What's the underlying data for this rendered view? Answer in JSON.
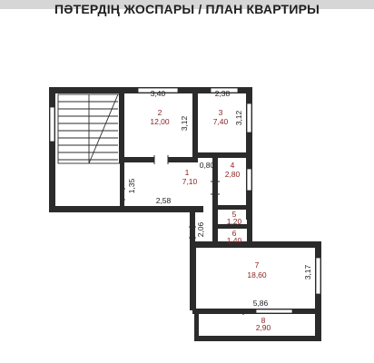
{
  "header": {
    "title": "ПӘТЕРДІҢ ЖОСПАРЫ / ПЛАН КВАРТИРЫ"
  },
  "rooms": [
    {
      "number": "1",
      "area": "7,10"
    },
    {
      "number": "2",
      "area": "12,00"
    },
    {
      "number": "3",
      "area": "7,40"
    },
    {
      "number": "4",
      "area": "2,80"
    },
    {
      "number": "5",
      "area": "1,20"
    },
    {
      "number": "6",
      "area": "1,40"
    },
    {
      "number": "7",
      "area": "18,60"
    },
    {
      "number": "8",
      "area": "2,90"
    }
  ],
  "dimensions": {
    "room2_width": "3,40",
    "room3_width": "2,38",
    "room2_height": "3,12",
    "room3_height": "3,12",
    "hall_width": "2,58",
    "hall_height": "1,35",
    "room4_width": "0,80",
    "corridor_height": "2,06",
    "room7_width": "5,86",
    "room7_height": "3,17"
  }
}
